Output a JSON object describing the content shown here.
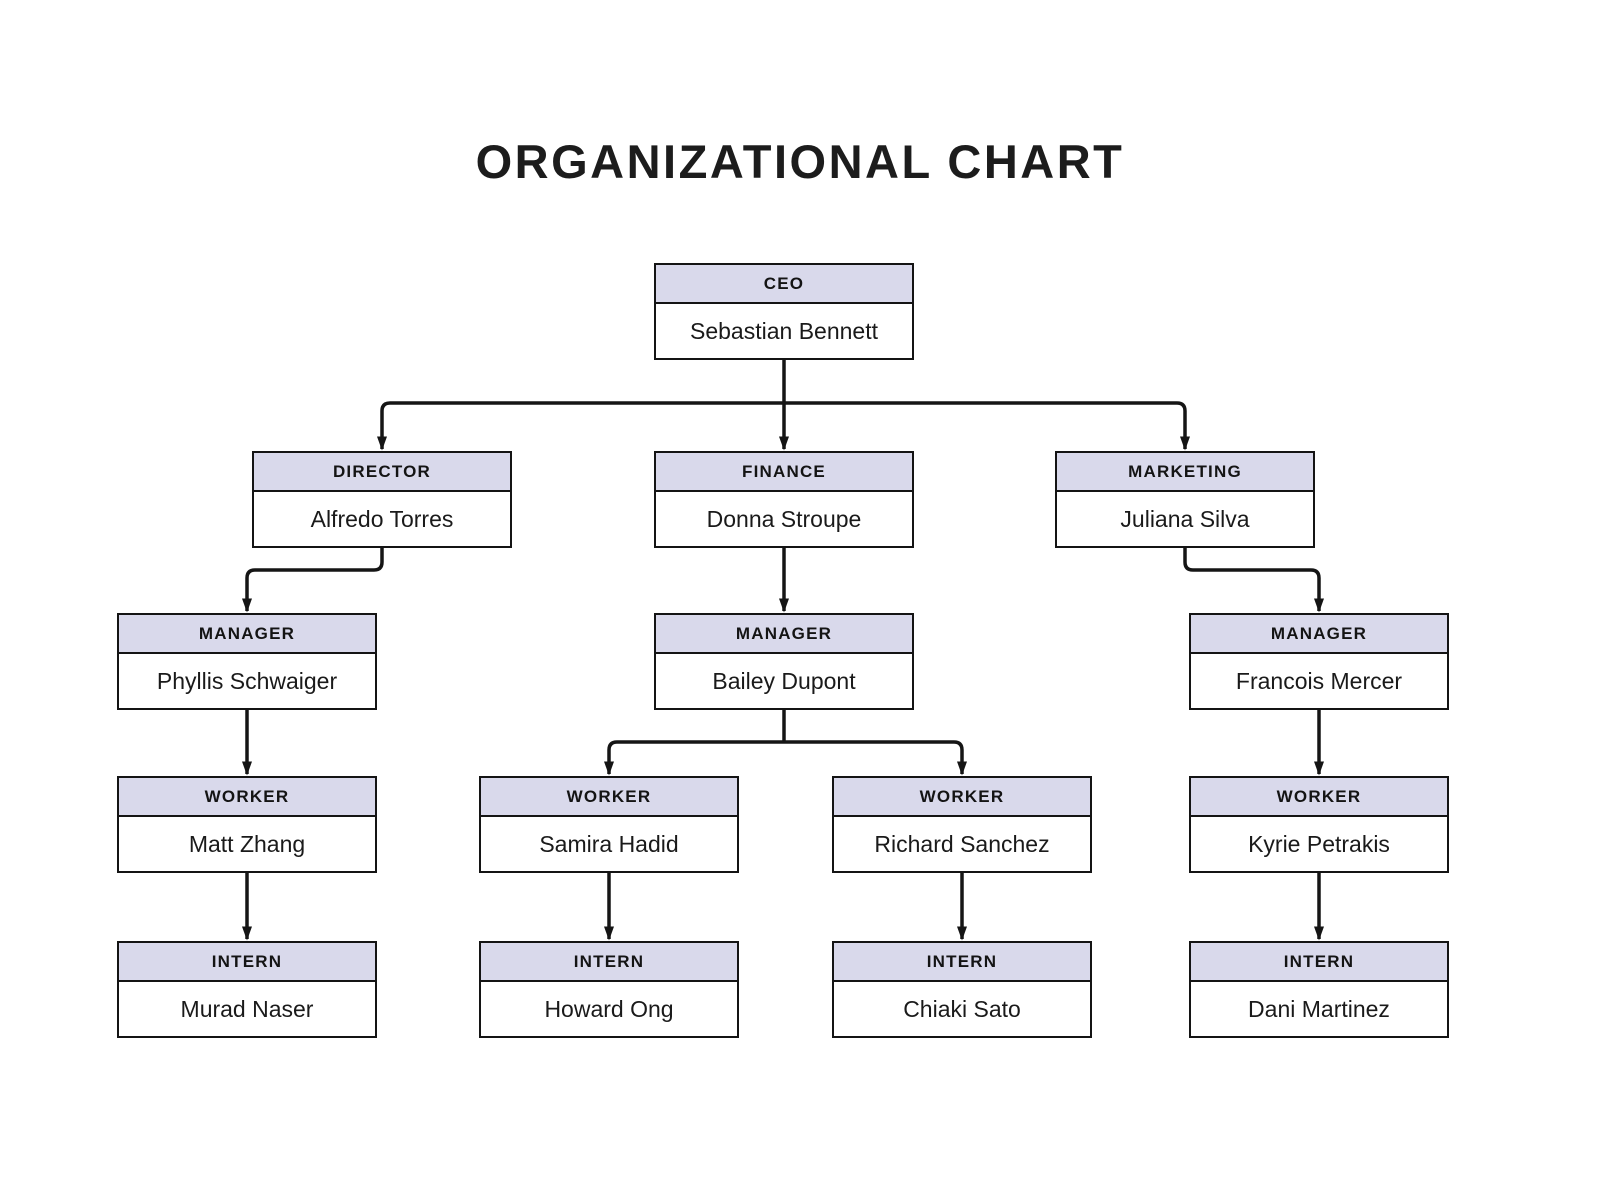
{
  "title": "ORGANIZATIONAL CHART",
  "colors": {
    "header_bg": "#d9d9eb",
    "border": "#141414",
    "line": "#151515",
    "background": "#ffffff",
    "text": "#1a1a1a"
  },
  "org": {
    "ceo": {
      "role": "CEO",
      "name": "Sebastian Bennett"
    },
    "director": {
      "role": "DIRECTOR",
      "name": "Alfredo Torres"
    },
    "finance": {
      "role": "FINANCE",
      "name": "Donna Stroupe"
    },
    "marketing": {
      "role": "MARKETING",
      "name": "Juliana Silva"
    },
    "manager_director": {
      "role": "MANAGER",
      "name": "Phyllis Schwaiger"
    },
    "manager_finance": {
      "role": "MANAGER",
      "name": "Bailey Dupont"
    },
    "manager_marketing": {
      "role": "MANAGER",
      "name": "Francois Mercer"
    },
    "worker_director": {
      "role": "WORKER",
      "name": "Matt Zhang"
    },
    "worker_finance_1": {
      "role": "WORKER",
      "name": "Samira Hadid"
    },
    "worker_finance_2": {
      "role": "WORKER",
      "name": "Richard Sanchez"
    },
    "worker_marketing": {
      "role": "WORKER",
      "name": "Kyrie Petrakis"
    },
    "intern_director": {
      "role": "INTERN",
      "name": "Murad Naser"
    },
    "intern_finance_1": {
      "role": "INTERN",
      "name": "Howard Ong"
    },
    "intern_finance_2": {
      "role": "INTERN",
      "name": "Chiaki Sato"
    },
    "intern_marketing": {
      "role": "INTERN",
      "name": "Dani Martinez"
    }
  },
  "edges": [
    {
      "from": "ceo",
      "to": "director"
    },
    {
      "from": "ceo",
      "to": "finance"
    },
    {
      "from": "ceo",
      "to": "marketing"
    },
    {
      "from": "director",
      "to": "manager_director"
    },
    {
      "from": "finance",
      "to": "manager_finance"
    },
    {
      "from": "marketing",
      "to": "manager_marketing"
    },
    {
      "from": "manager_director",
      "to": "worker_director"
    },
    {
      "from": "manager_finance",
      "to": "worker_finance_1"
    },
    {
      "from": "manager_finance",
      "to": "worker_finance_2"
    },
    {
      "from": "manager_marketing",
      "to": "worker_marketing"
    },
    {
      "from": "worker_director",
      "to": "intern_director"
    },
    {
      "from": "worker_finance_1",
      "to": "intern_finance_1"
    },
    {
      "from": "worker_finance_2",
      "to": "intern_finance_2"
    },
    {
      "from": "worker_marketing",
      "to": "intern_marketing"
    }
  ]
}
